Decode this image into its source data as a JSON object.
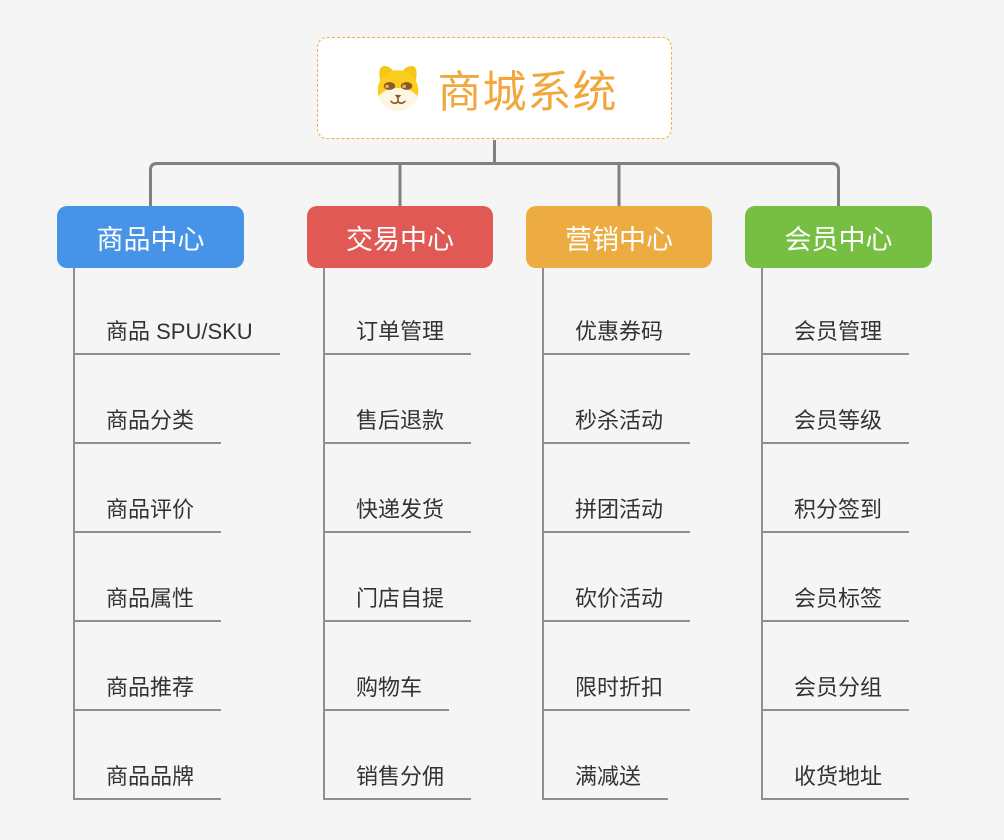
{
  "diagram": {
    "title": "商城系统 mind map",
    "background_color": "#F5F5F5",
    "connector_color": "#808080",
    "underline_color": "#8F8F8F",
    "leaf_text_color": "#333333"
  },
  "root": {
    "label": "商城系统",
    "icon": "dog-face-icon",
    "text_color": "#F1A73C",
    "border_color": "#F3AC49"
  },
  "branches": [
    {
      "id": "product-center",
      "label": "商品中心",
      "color": "#4793E7",
      "children": [
        "商品 SPU/SKU",
        "商品分类",
        "商品评价",
        "商品属性",
        "商品推荐",
        "商品品牌"
      ]
    },
    {
      "id": "trade-center",
      "label": "交易中心",
      "color": "#E15955",
      "children": [
        "订单管理",
        "售后退款",
        "快递发货",
        "门店自提",
        "购物车",
        "销售分佣"
      ]
    },
    {
      "id": "marketing-center",
      "label": "营销中心",
      "color": "#ECAC42",
      "children": [
        "优惠券码",
        "秒杀活动",
        "拼团活动",
        "砍价活动",
        "限时折扣",
        "满减送"
      ]
    },
    {
      "id": "member-center",
      "label": "会员中心",
      "color": "#76BF43",
      "children": [
        "会员管理",
        "会员等级",
        "积分签到",
        "会员标签",
        "会员分组",
        "收货地址"
      ]
    }
  ]
}
